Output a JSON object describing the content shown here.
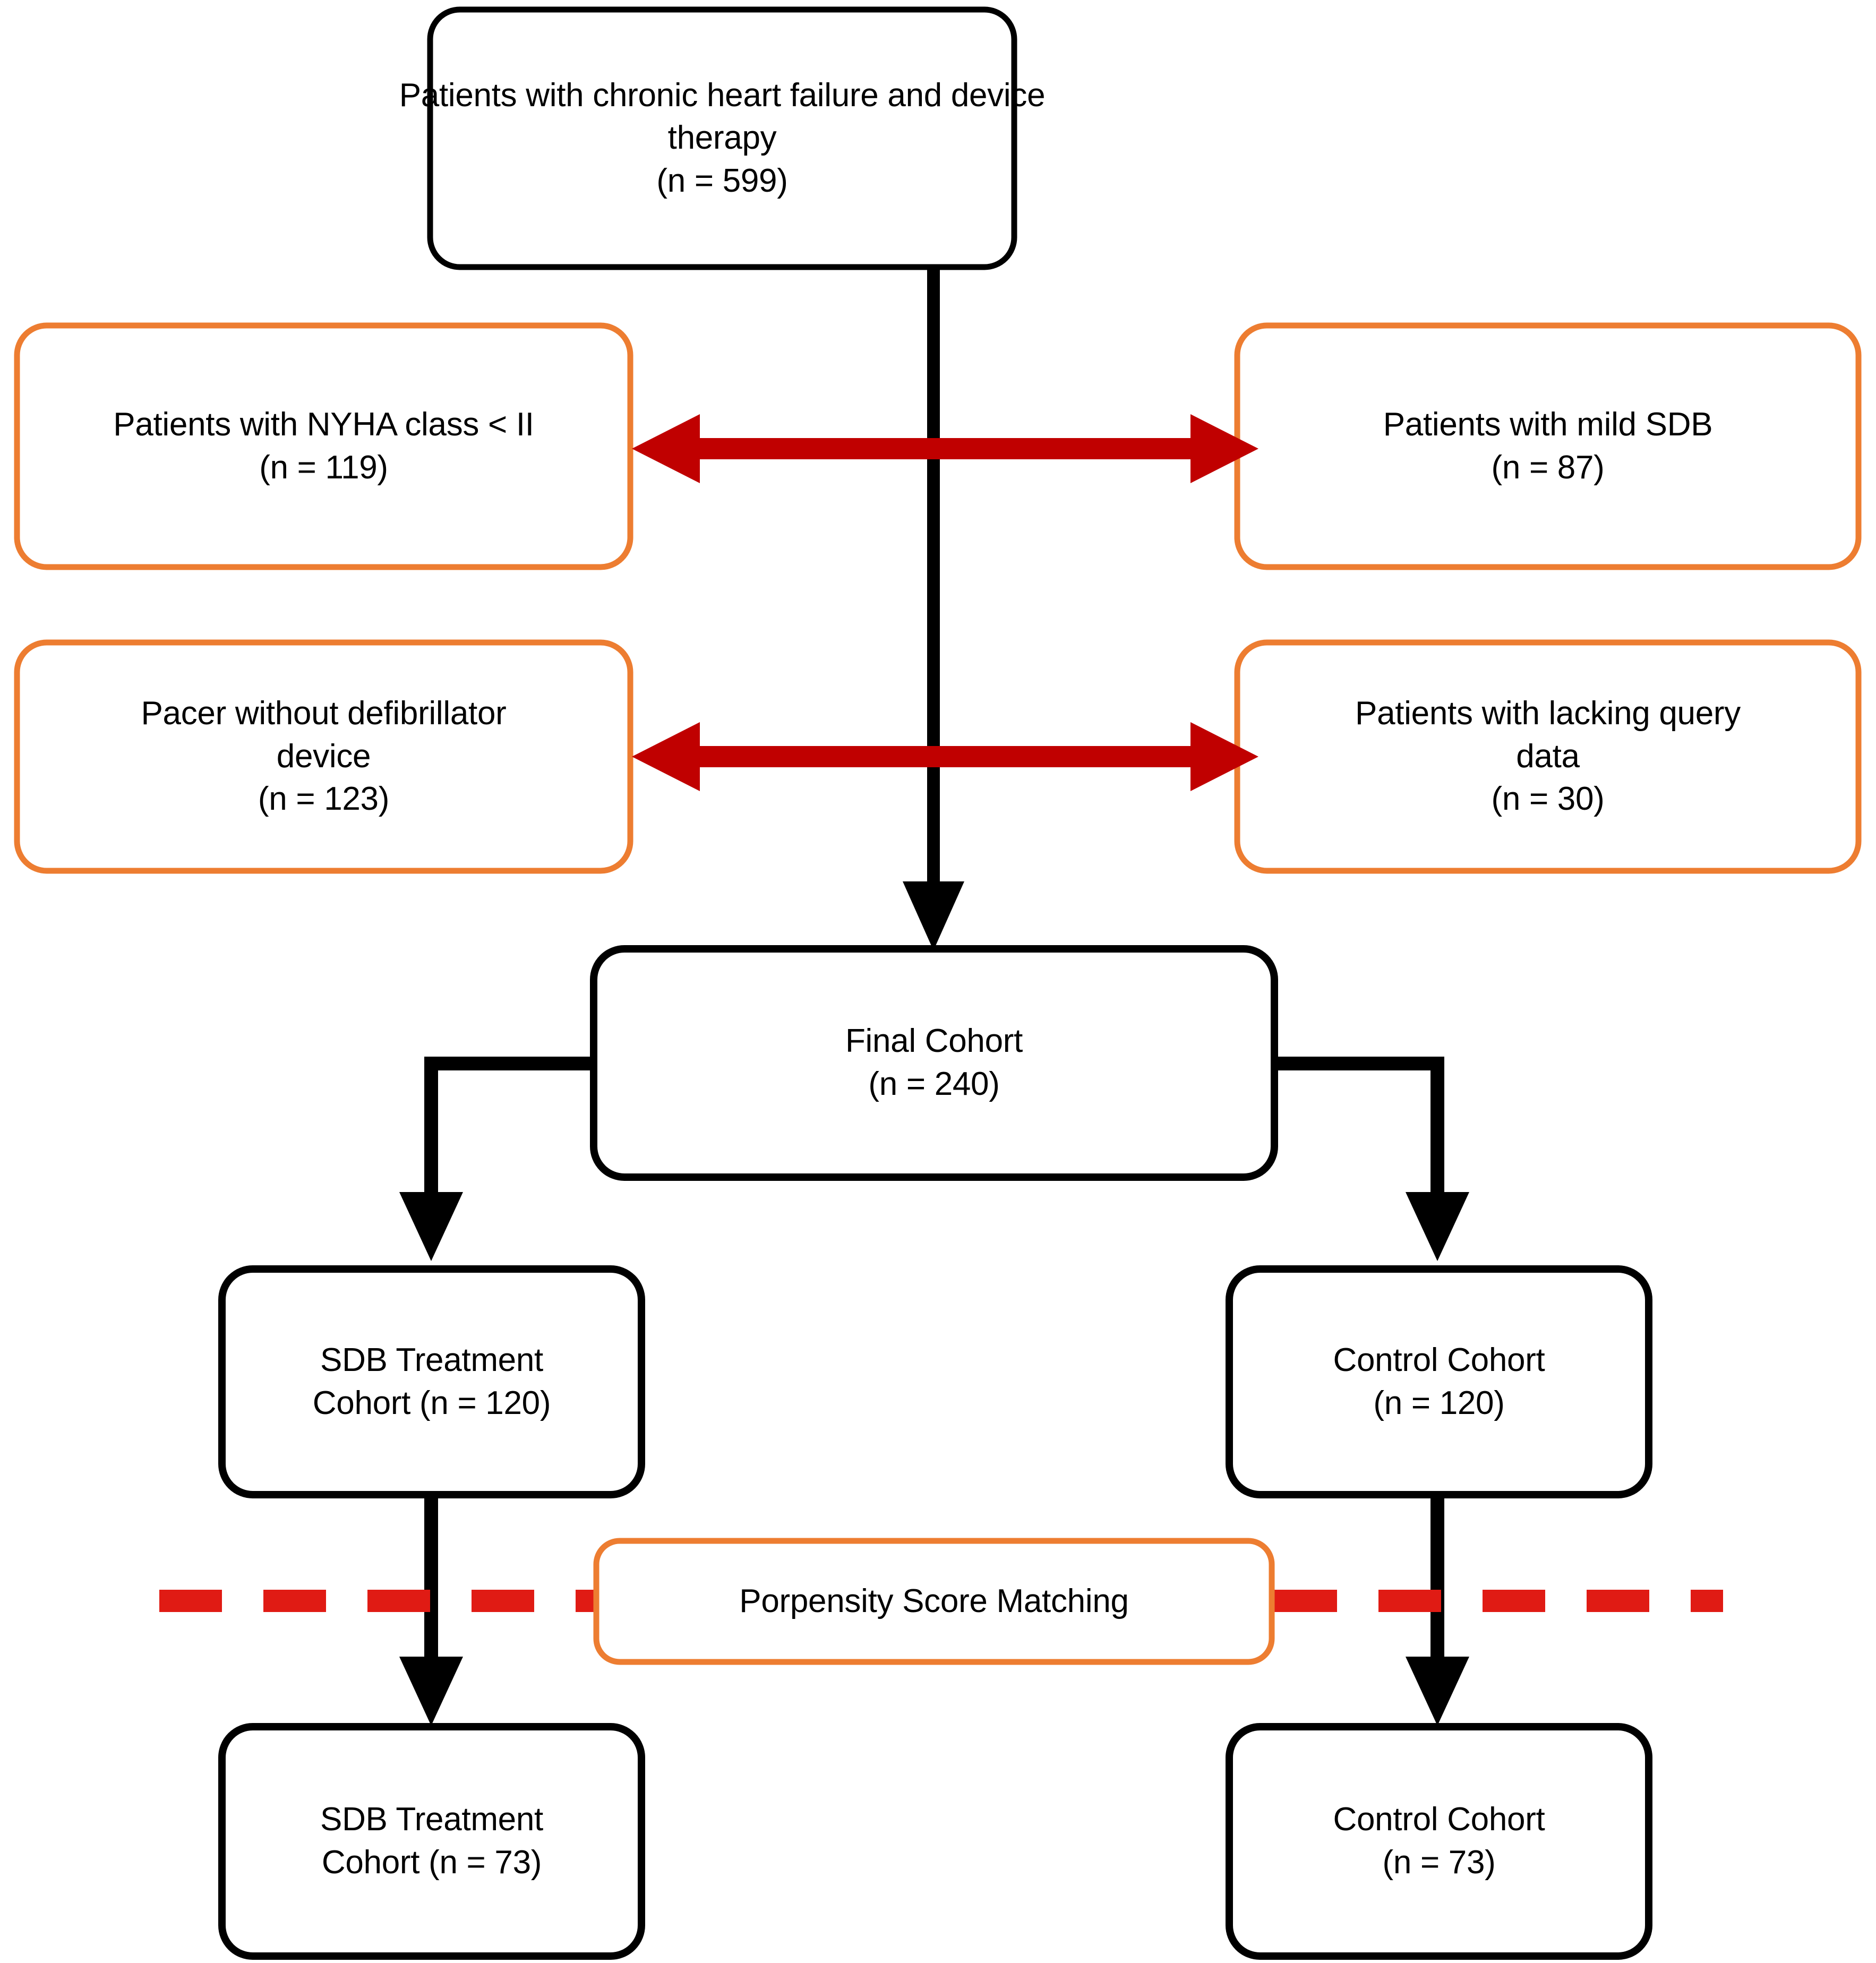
{
  "diagram": {
    "type": "patient-flow-diagram",
    "colors": {
      "node_border_black": "#000000",
      "node_border_orange": "#ED7D31",
      "arrow_black": "#000000",
      "arrow_red": "#C00000",
      "dashed_divider_red": "#E01B14",
      "background": "#FFFFFF",
      "text": "#000000"
    },
    "nodes": {
      "source": {
        "lines": [
          "Patients with chronic heart failure and device",
          "therapy",
          "(n = 599)"
        ],
        "n": 599,
        "border": "black"
      },
      "exclusion_nyha": {
        "lines": [
          "Patients with NYHA class < II",
          "(n = 119)"
        ],
        "n": 119,
        "border": "orange"
      },
      "exclusion_mild_sdb": {
        "lines": [
          "Patients with mild SDB",
          "(n = 87)"
        ],
        "n": 87,
        "border": "orange"
      },
      "exclusion_pacer": {
        "lines": [
          "Pacer without defibrillator",
          "device",
          "(n = 123)"
        ],
        "n": 123,
        "border": "orange"
      },
      "exclusion_query_data": {
        "lines": [
          "Patients with lacking query",
          "data",
          "(n = 30)"
        ],
        "n": 30,
        "border": "orange"
      },
      "final_cohort": {
        "lines": [
          "Final Cohort",
          "(n = 240)"
        ],
        "n": 240,
        "border": "black"
      },
      "sdb_treatment_120": {
        "lines": [
          "SDB Treatment",
          "Cohort (n = 120)"
        ],
        "n": 120,
        "border": "black"
      },
      "control_120": {
        "lines": [
          "Control Cohort",
          "(n = 120)"
        ],
        "n": 120,
        "border": "black"
      },
      "matching_label": {
        "lines": [
          "Porpensity Score Matching"
        ],
        "border": "orange"
      },
      "sdb_treatment_73": {
        "lines": [
          "SDB Treatment",
          "Cohort (n = 73)"
        ],
        "n": 73,
        "border": "black"
      },
      "control_73": {
        "lines": [
          "Control Cohort",
          "(n = 73)"
        ],
        "n": 73,
        "border": "black"
      }
    },
    "connectors": [
      {
        "name": "source-to-final",
        "style": "solid-black-arrow-down"
      },
      {
        "name": "exclusion-row-1",
        "style": "solid-red-double-arrow"
      },
      {
        "name": "exclusion-row-2",
        "style": "solid-red-double-arrow"
      },
      {
        "name": "final-to-sdb-120",
        "style": "solid-black-elbow-arrow"
      },
      {
        "name": "final-to-control-120",
        "style": "solid-black-elbow-arrow"
      },
      {
        "name": "sdb-120-to-sdb-73",
        "style": "solid-black-arrow-down"
      },
      {
        "name": "control-120-to-control-73",
        "style": "solid-black-arrow-down"
      },
      {
        "name": "matching-divider-left",
        "style": "dashed-red-line"
      },
      {
        "name": "matching-divider-right",
        "style": "dashed-red-line"
      }
    ]
  }
}
